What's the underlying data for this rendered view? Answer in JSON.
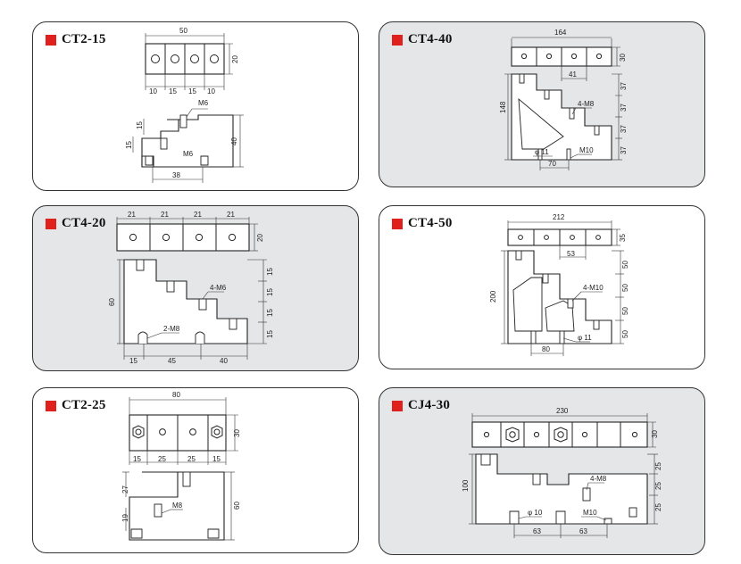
{
  "marker_color": "#e0201d",
  "panels": [
    {
      "id": "ct2-15",
      "model": "CT2-15",
      "background": "#ffffff",
      "top_dims": [
        "50",
        "20",
        "10",
        "15",
        "15",
        "10"
      ],
      "side_dims": [
        "M6",
        "15",
        "15",
        "40",
        "M6",
        "38"
      ]
    },
    {
      "id": "ct4-40",
      "model": "CT4-40",
      "background": "#e4e6e8",
      "top_dims": [
        "164",
        "30",
        "41"
      ],
      "side_dims": [
        "4-M8",
        "148",
        "37",
        "37",
        "37",
        "37",
        "M10",
        "φ 11",
        "70"
      ]
    },
    {
      "id": "ct4-20",
      "model": "CT4-20",
      "background": "#e4e6e8",
      "top_dims": [
        "21",
        "21",
        "21",
        "21",
        "20"
      ],
      "side_dims": [
        "60",
        "15",
        "15",
        "15",
        "15",
        "4-M6",
        "2-M8",
        "15",
        "45",
        "40"
      ]
    },
    {
      "id": "ct4-50",
      "model": "CT4-50",
      "background": "#ffffff",
      "top_dims": [
        "212",
        "35",
        "53"
      ],
      "side_dims": [
        "200",
        "50",
        "50",
        "50",
        "50",
        "4-M10",
        "φ 11",
        "80"
      ]
    },
    {
      "id": "ct2-25",
      "model": "CT2-25",
      "background": "#ffffff",
      "top_dims": [
        "80",
        "30",
        "15",
        "25",
        "25",
        "15"
      ],
      "side_dims": [
        "27",
        "19",
        "60",
        "M8"
      ]
    },
    {
      "id": "cj4-30",
      "model": "CJ4-30",
      "background": "#e4e6e8",
      "top_dims": [
        "230",
        "30"
      ],
      "side_dims": [
        "100",
        "25",
        "25",
        "25",
        "4-M8",
        "φ 10",
        "M10",
        "63",
        "63"
      ]
    }
  ]
}
